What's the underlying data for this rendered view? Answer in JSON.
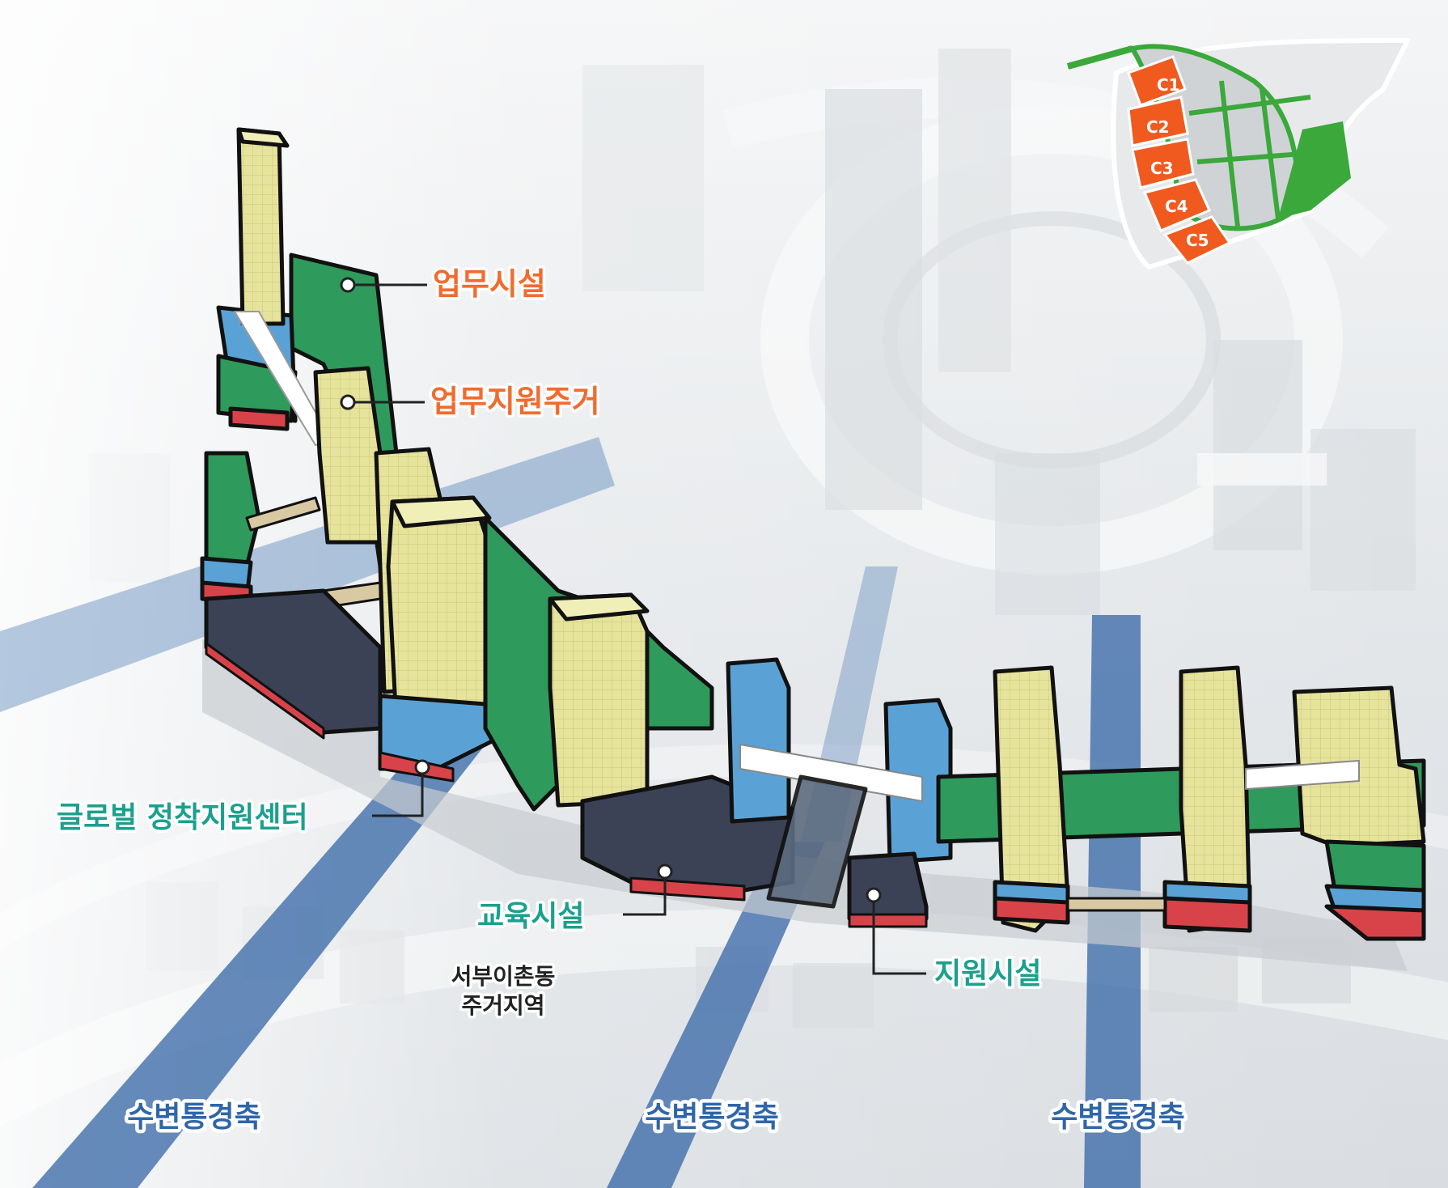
{
  "colors": {
    "office": "#f26b2e",
    "support": "#1aa08e",
    "axis": "#2f66a8",
    "residential_text": "#222222",
    "housing_block": "#e6e39c",
    "green_mass": "#2e9a5c",
    "blue_mass": "#5aa2d6",
    "red_base": "#d8434a",
    "dark_podium": "#3b4256",
    "keymap_orange": "#f05a1e",
    "keymap_green": "#3aa83a"
  },
  "keymap": {
    "labels": [
      "C1",
      "C2",
      "C3",
      "C4",
      "C5"
    ]
  },
  "labels": {
    "office": "업무시설",
    "office_residential": "업무지원주거",
    "global_center": "글로벌 정착지원센터",
    "education": "교육시설",
    "support_facility": "지원시설",
    "residential_area_line1": "서부이촌동",
    "residential_area_line2": "주거지역"
  },
  "axes": [
    "수변통경축",
    "수변통경축",
    "수변통경축"
  ]
}
